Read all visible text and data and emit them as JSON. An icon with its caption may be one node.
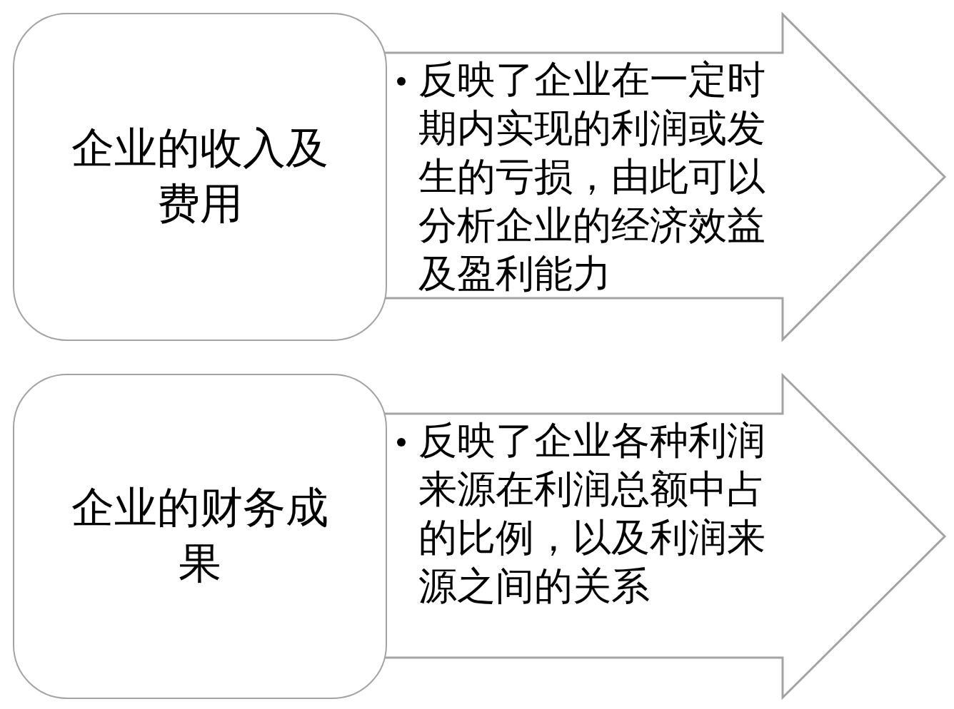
{
  "diagram": {
    "nodes": [
      {
        "text": [
          "企业的收入及费用"
        ]
      },
      {
        "text": [
          "反映了企业在一定时期内实现的利润或发生的亏损，由此可以分析企业的经济效益及盈利能力"
        ]
      },
      {
        "text": [
          "企业的财务成果"
        ]
      },
      {
        "text": [
          "反映了企业各种利润来源在利润总额中占的比例，以及利润来源之间的关系"
        ]
      }
    ]
  }
}
